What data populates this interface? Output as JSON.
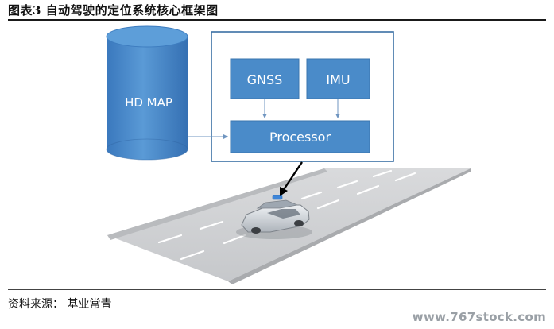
{
  "figure": {
    "title": "图表3  自动驾驶的定位系统核心框架图",
    "source": "资料来源：  基业常青",
    "watermark": "www.767stock.com"
  },
  "diagram": {
    "nodes": {
      "hd_map": "HD  MAP",
      "gnss": "GNSS",
      "imu": "IMU",
      "processor": "Processor"
    },
    "colors": {
      "box_fill": "#4a8bc9",
      "box_border": "#3a74ae",
      "frame_border": "#3a6fa4",
      "arrow": "#6f95c0"
    }
  }
}
